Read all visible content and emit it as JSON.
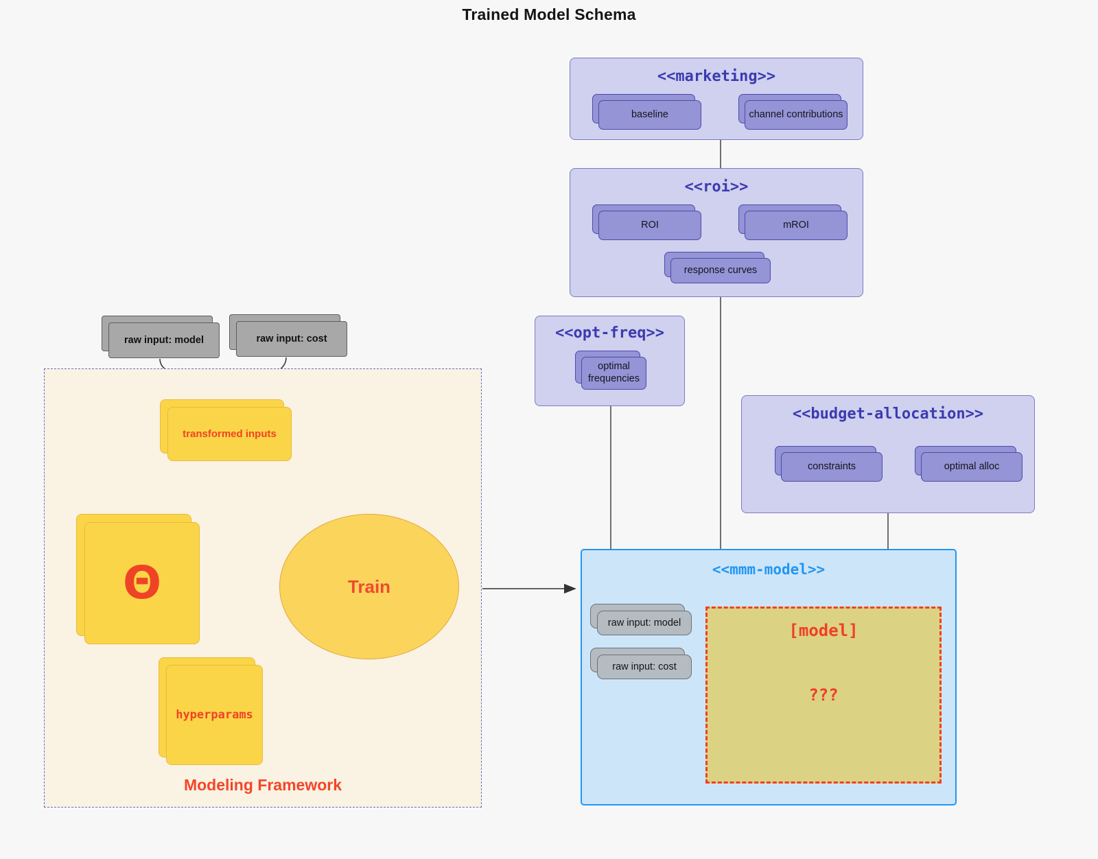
{
  "title": "Trained Model Schema",
  "packages": {
    "marketing": {
      "title": "<<marketing>>",
      "nodes": [
        {
          "label": "baseline"
        },
        {
          "label": "channel contributions"
        }
      ]
    },
    "roi": {
      "title": "<<roi>>",
      "nodes": [
        {
          "label": "ROI"
        },
        {
          "label": "mROI"
        },
        {
          "label": "response curves"
        }
      ]
    },
    "opt_freq": {
      "title": "<<opt-freq>>",
      "nodes": [
        {
          "label": "optimal\nfrequencies",
          "line1": "optimal",
          "line2": "frequencies"
        }
      ]
    },
    "budget_allocation": {
      "title": "<<budget-allocation>>",
      "nodes": [
        {
          "label": "constraints"
        },
        {
          "label": "optimal alloc"
        }
      ]
    },
    "mmm_model": {
      "title": "<<mmm-model>>",
      "inputs": [
        {
          "label": "raw input: model"
        },
        {
          "label": "raw input: cost"
        }
      ],
      "model_box": {
        "label": "[model]",
        "unknown": "???"
      }
    }
  },
  "framework": {
    "label": "Modeling Framework",
    "raw_inputs": [
      {
        "label": "raw input: model"
      },
      {
        "label": "raw input: cost"
      }
    ],
    "transformed_inputs": {
      "label": "transformed inputs"
    },
    "theta": {
      "glyph": "Θ"
    },
    "hyperparams": {
      "label": "hyperparams"
    },
    "train": {
      "label": "Train"
    }
  },
  "colors": {
    "background": "#f7f7f7",
    "package_fill": "#d0d0ef",
    "package_border": "#7b7bc4",
    "package_title": "#3b3bb0",
    "card_fill": "#9494d6",
    "card_border": "#4b4bab",
    "gray_fill": "#a8a8a8",
    "gray_border": "#5e5e5e",
    "yellow_fill": "#fbd548",
    "yellow_border": "#e9b93c",
    "accent_red": "#ef4326",
    "mmm_fill": "#cde5f8",
    "mmm_border": "#2196f3",
    "model_fill": "#dcd284",
    "model_border": "#f04024",
    "framework_fill": "#faf2e2",
    "framework_border": "#6b6bc9",
    "edge_gray": "#4d4d4d"
  }
}
